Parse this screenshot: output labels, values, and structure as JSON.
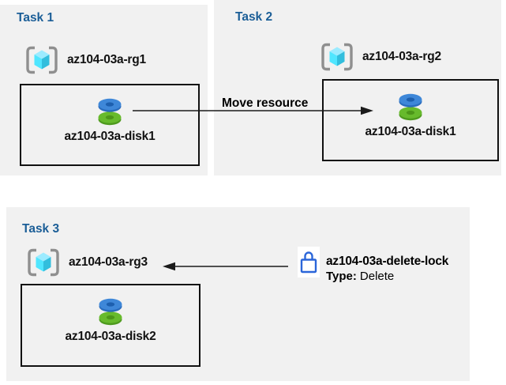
{
  "colors": {
    "page_bg": "#ffffff",
    "panel_bg": "#f1f1f1",
    "task_title": "#1b5e97",
    "label_text": "#111111",
    "box_border": "#111111",
    "arrow": "#1a1a1a",
    "lock_blue": "#2b66d9",
    "rg_bracket": "#8f8f8f",
    "rg_cube_top": "#9cebff",
    "rg_cube_left": "#50e6ff",
    "rg_cube_right": "#32bedd",
    "disk_blue_top": "#3e87d8",
    "disk_blue_side": "#2a6cbd",
    "disk_blue_hole": "#1d5fae",
    "disk_green_top": "#67ba2c",
    "disk_green_side": "#4e9a1e",
    "disk_green_hole": "#4c9619"
  },
  "icons": {
    "resource_group": "resource-group-icon",
    "disk": "managed-disk-icon",
    "lock": "lock-icon"
  },
  "tasks": [
    {
      "title": "Task 1",
      "resource_group": "az104-03a-rg1",
      "resource": "az104-03a-disk1"
    },
    {
      "title": "Task 2",
      "resource_group": "az104-03a-rg2",
      "resource": "az104-03a-disk1"
    },
    {
      "title": "Task 3",
      "resource_group": "az104-03a-rg3",
      "resource": "az104-03a-disk2"
    }
  ],
  "move_arrow": {
    "label": "Move resource"
  },
  "lock": {
    "name": "az104-03a-delete-lock",
    "type_label": "Type:",
    "type_value": "Delete"
  }
}
